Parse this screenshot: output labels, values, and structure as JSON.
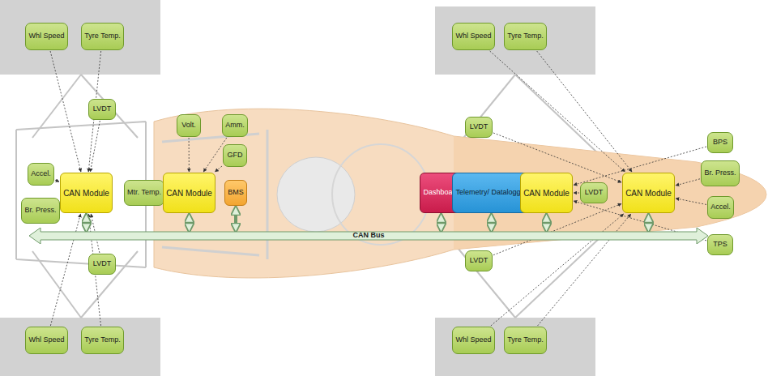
{
  "diagram": {
    "nodes": [
      {
        "text": [
          "Whl Speed"
        ]
      },
      {
        "text": [
          "Tyre Temp."
        ]
      },
      {
        "text": [
          "LVDT"
        ]
      },
      {
        "text": [
          "Volt."
        ]
      },
      {
        "text": [
          "Amm."
        ]
      },
      {
        "text": [
          "GFD"
        ]
      },
      {
        "text": [
          "Accel."
        ]
      },
      {
        "text": [
          "CAN Module"
        ]
      },
      {
        "text": [
          "Mtr. Temp."
        ]
      },
      {
        "text": [
          "CAN Module"
        ]
      },
      {
        "text": [
          "BMS"
        ]
      },
      {
        "text": [
          "Br. Press."
        ]
      },
      {
        "text": [
          "Dashboard"
        ]
      },
      {
        "text": [
          "Telemetry/ Datalogger"
        ]
      },
      {
        "text": [
          "CAN Module"
        ]
      },
      {
        "text": [
          "LVDT"
        ]
      },
      {
        "text": [
          "CAN Module"
        ]
      },
      {
        "text": [
          "Whl Speed"
        ]
      },
      {
        "text": [
          "Tyre Temp."
        ]
      },
      {
        "text": [
          "LVDT"
        ]
      },
      {
        "text": [
          "BPS"
        ]
      },
      {
        "text": [
          "Br. Press."
        ]
      },
      {
        "text": [
          "Accel."
        ]
      },
      {
        "text": [
          "TPS"
        ]
      },
      {
        "text": [
          "LVDT"
        ]
      },
      {
        "text": [
          "LVDT"
        ]
      },
      {
        "text": [
          "Whl Speed"
        ]
      },
      {
        "text": [
          "Tyre Temp."
        ]
      },
      {
        "text": [
          "Whl Speed"
        ]
      },
      {
        "text": [
          "Tyre Temp."
        ]
      },
      {
        "text": [
          "CAN Bus"
        ]
      }
    ],
    "edges": [
      {
        "from": 0,
        "to": 7,
        "arrow": "to"
      },
      {
        "from": 1,
        "to": 7,
        "arrow": "to"
      },
      {
        "from": 2,
        "to": 7,
        "arrow": "to"
      },
      {
        "from": 6,
        "to": 7,
        "arrow": "to"
      },
      {
        "from": 11,
        "to": 7,
        "arrow": "to"
      },
      {
        "from": 24,
        "to": 7,
        "arrow": "to"
      },
      {
        "from": 26,
        "to": 7,
        "arrow": "to"
      },
      {
        "from": 27,
        "to": 7,
        "arrow": "to"
      },
      {
        "from": 3,
        "to": 9,
        "arrow": "to"
      },
      {
        "from": 4,
        "to": 9,
        "arrow": "to"
      },
      {
        "from": 5,
        "to": 9,
        "arrow": "to"
      },
      {
        "from": 8,
        "to": 9,
        "arrow": "to"
      },
      {
        "from": 15,
        "to": 14,
        "arrow": "to"
      },
      {
        "from": 20,
        "to": 14,
        "arrow": "to"
      },
      {
        "from": 23,
        "to": 14,
        "arrow": "to"
      },
      {
        "from": 17,
        "to": 16,
        "arrow": "to"
      },
      {
        "from": 18,
        "to": 16,
        "arrow": "to"
      },
      {
        "from": 19,
        "to": 16,
        "arrow": "to"
      },
      {
        "from": 21,
        "to": 16,
        "arrow": "to"
      },
      {
        "from": 22,
        "to": 16,
        "arrow": "to"
      },
      {
        "from": 25,
        "to": 16,
        "arrow": "to"
      },
      {
        "from": 28,
        "to": 16,
        "arrow": "to"
      },
      {
        "from": 29,
        "to": 16,
        "arrow": "to"
      },
      {
        "from": 7,
        "to": 30,
        "arrow": "both"
      },
      {
        "from": 9,
        "to": 30,
        "arrow": "both"
      },
      {
        "from": 10,
        "to": 30,
        "arrow": "both"
      },
      {
        "from": 12,
        "to": 30,
        "arrow": "both"
      },
      {
        "from": 13,
        "to": 30,
        "arrow": "both"
      },
      {
        "from": 14,
        "to": 30,
        "arrow": "both"
      },
      {
        "from": 16,
        "to": 30,
        "arrow": "both"
      }
    ]
  }
}
